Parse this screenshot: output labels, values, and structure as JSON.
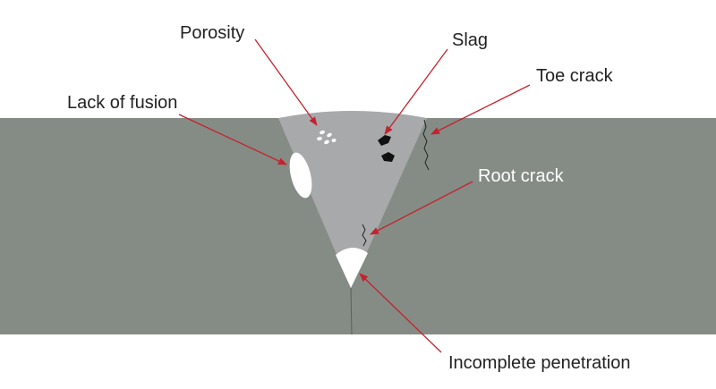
{
  "labels": {
    "porosity": "Porosity",
    "slag": "Slag",
    "toe_crack": "Toe crack",
    "lack_of_fusion": "Lack of fusion",
    "root_crack": "Root crack",
    "incomplete_penetration": "Incomplete penetration"
  },
  "colors": {
    "base_metal": "#858c85",
    "weld_bead": "#a8a9ab",
    "arrow": "#c4222e",
    "dark_label": "#222222",
    "light_label": "#ffffff",
    "void": "#ffffff",
    "slag": "#111111",
    "crack_line": "#222222"
  }
}
